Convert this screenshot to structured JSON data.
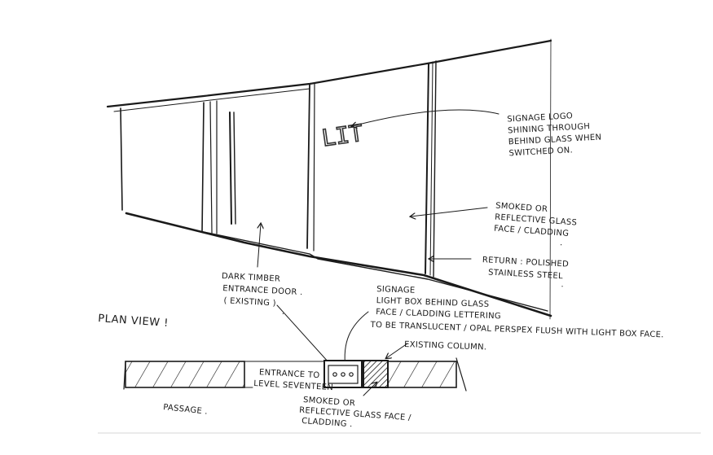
{
  "logo_text": "LIT",
  "annotations": {
    "signage_logo": [
      "SIGNAGE LOGO",
      "SHINING THROUGH",
      "BEHIND GLASS WHEN",
      "SWITCHED ON."
    ],
    "smoked_glass": [
      "SMOKED OR",
      "REFLECTIVE GLASS",
      "FACE / CLADDING",
      "."
    ],
    "return_steel": [
      "RETURN : POLISHED",
      "STAINLESS STEEL",
      "."
    ],
    "dark_timber": [
      "DARK TIMBER",
      "ENTRANCE DOOR .",
      "( EXISTING )",
      "."
    ],
    "signage_lightbox": [
      "SIGNAGE",
      "LIGHT BOX BEHIND GLASS",
      "FACE / CLADDING  LETTERING",
      "TO BE TRANSLUCENT / OPAL PERSPEX FLUSH WITH LIGHT BOX FACE."
    ],
    "existing_column": "EXISTING COLUMN.",
    "plan_view": "PLAN VIEW !",
    "entrance": [
      "ENTRANCE TO",
      "LEVEL SEVENTEEN"
    ],
    "passage": "PASSAGE .",
    "smoked_bottom": [
      "SMOKED OR",
      "REFLECTIVE GLASS FACE /",
      "CLADDING ."
    ]
  }
}
